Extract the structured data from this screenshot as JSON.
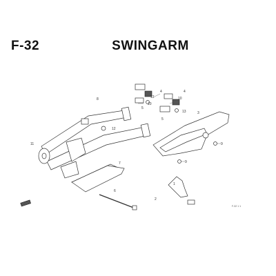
{
  "header": {
    "code": "F-32",
    "title": "SWINGARM"
  },
  "callouts": {
    "c1": "1",
    "c2": "2",
    "c3": "3",
    "c4a": "4",
    "c4b": "4",
    "c5a": "5",
    "c5b": "5",
    "c6": "6",
    "c7": "7",
    "c8": "8",
    "c9a": "9",
    "c9b": "9",
    "c10a": "10",
    "c10b": "10",
    "c11": "11",
    "c12": "12",
    "c13a": "13",
    "c13b": "13"
  },
  "ref_code": "F-32 1 1",
  "colors": {
    "ink": "#333333",
    "background": "#ffffff"
  }
}
